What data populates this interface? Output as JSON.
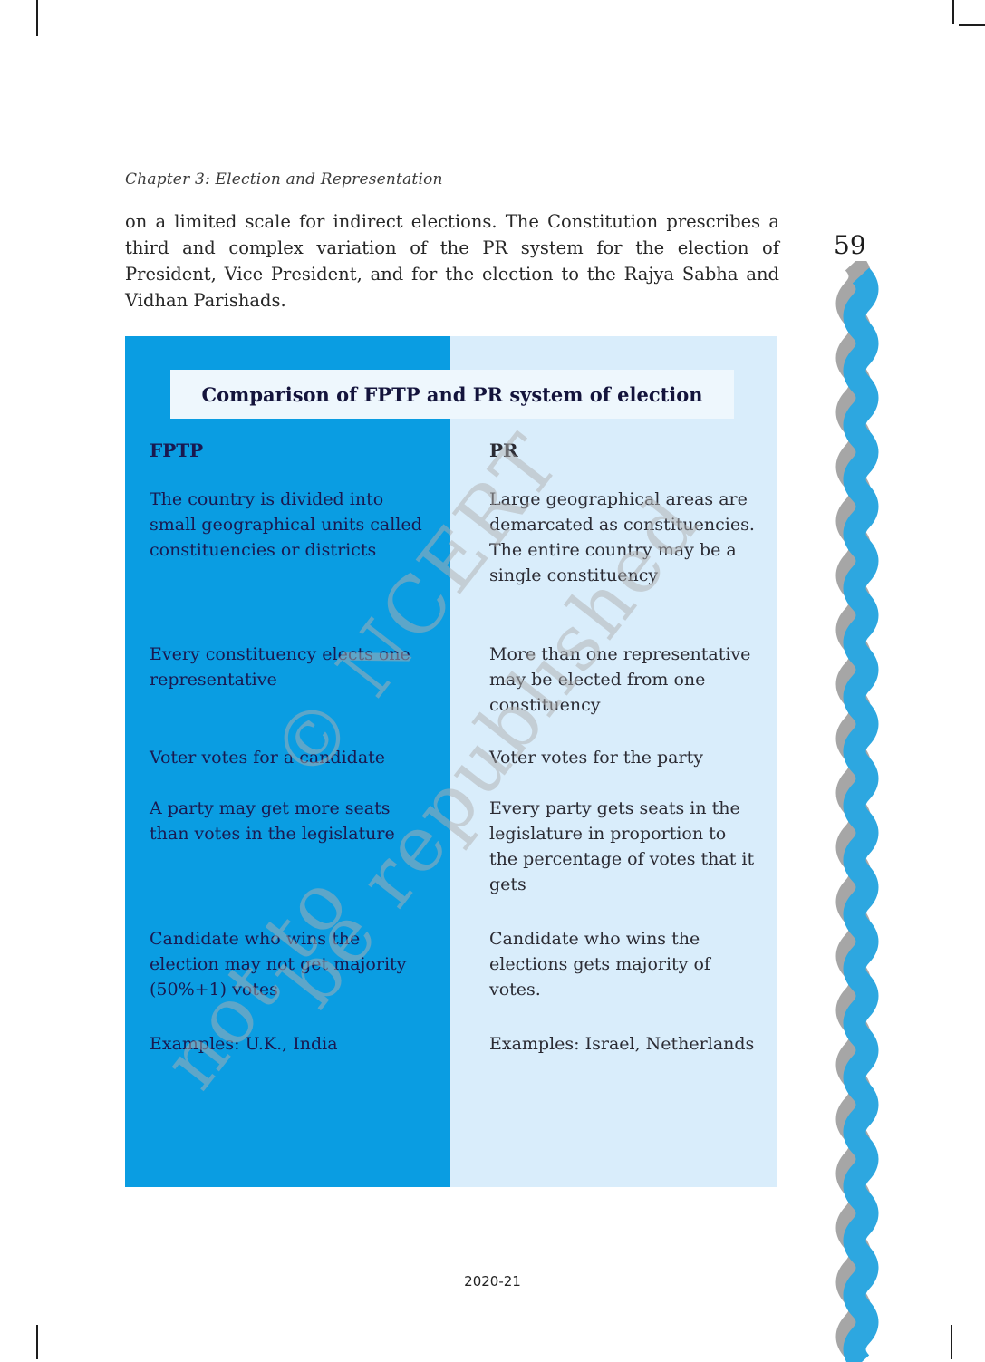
{
  "page": {
    "chapter_header": "Chapter 3: Election and Representation",
    "intro_paragraph": "on a limited scale for indirect elections. The Constitution prescribes a third and complex variation of the PR system for the election of President, Vice President, and for the election to the Rajya Sabha and Vidhan Parishads.",
    "page_number": "59",
    "footer": "2020-21"
  },
  "comparison": {
    "title": "Comparison of FPTP and PR system of election",
    "left_header": "FPTP",
    "right_header": "PR",
    "rows": [
      {
        "fptp": "The country is divided into small geographical units called constituencies or districts",
        "pr": "Large geographical  areas are demarcated as constituencies. The entire country may be a single constituency"
      },
      {
        "fptp": "Every constituency elects one representative",
        "pr": "More than one representative may be elected from one constituency"
      },
      {
        "fptp": "Voter votes for a candidate",
        "pr": "Voter votes for the party"
      },
      {
        "fptp": "A party may get more seats than votes in the legislature",
        "pr": "Every party gets seats in the legislature in proportion to the percentage of votes that it gets"
      },
      {
        "fptp": "Candidate who wins the election may not get majority (50%+1) votes",
        "pr": "Candidate who wins the elections gets majority of votes."
      },
      {
        "fptp": "Examples: U.K., India",
        "pr": "Examples: Israel, Netherlands"
      }
    ]
  },
  "watermark": [
    "© NCERT",
    "not to",
    "be republished"
  ],
  "colors": {
    "left_panel": "#0a9de2",
    "right_panel": "#d9edfb",
    "title_bar": "#eef7fd",
    "ribbon_blue": "#2da7e0",
    "ribbon_gray": "#a6a6a6",
    "left_text": "#191950",
    "right_text": "#2b2b33",
    "body_text": "#272727"
  }
}
